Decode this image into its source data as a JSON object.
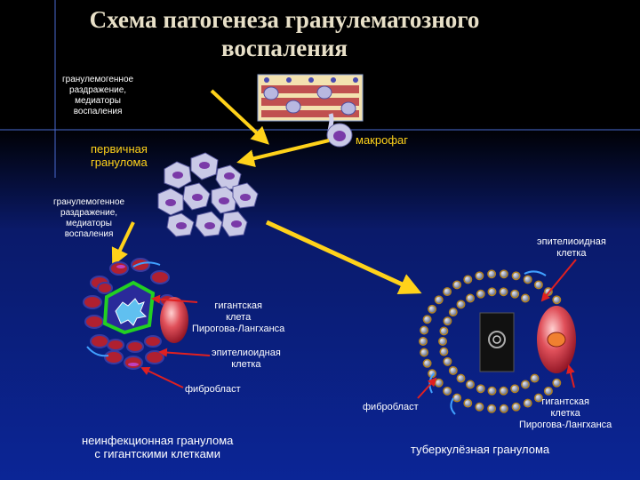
{
  "title": {
    "line1": "Схема патогенеза гранулематозного",
    "line2": "воспаления"
  },
  "labels": {
    "irritation_top": [
      "гранулемогенное",
      "раздражение,",
      "медиаторы",
      "воспаления"
    ],
    "macrophage": "макрофаг",
    "primary_granuloma": [
      "первичная",
      "гранулома"
    ],
    "irritation_mid": [
      "гранулемогенное",
      "раздражение,",
      "медиаторы",
      "воспаления"
    ],
    "epithelioid_right": [
      "эпителиоидная",
      "клетка"
    ],
    "giant_left": [
      "гигантская",
      "клета",
      "Пирогова-Лангханса"
    ],
    "epithelioid_left": [
      "эпителиоидная",
      "клетка"
    ],
    "fibroblast_left": "фибробласт",
    "fibroblast_right": "фибробласт",
    "giant_right": [
      "гигантская",
      "клетка",
      "Пирогова-Лангханса"
    ],
    "caption_left": [
      "неинфекционная гранулома",
      "с гигантскими клетками"
    ],
    "caption_right": "туберкулёзная гранулома"
  },
  "colors": {
    "arrow": "#ffd21a",
    "cell_body": "#c9c9e6",
    "cell_nucleus": "#7a3aa8",
    "giant_cell": "#d23a44",
    "background": "#0b2596"
  }
}
